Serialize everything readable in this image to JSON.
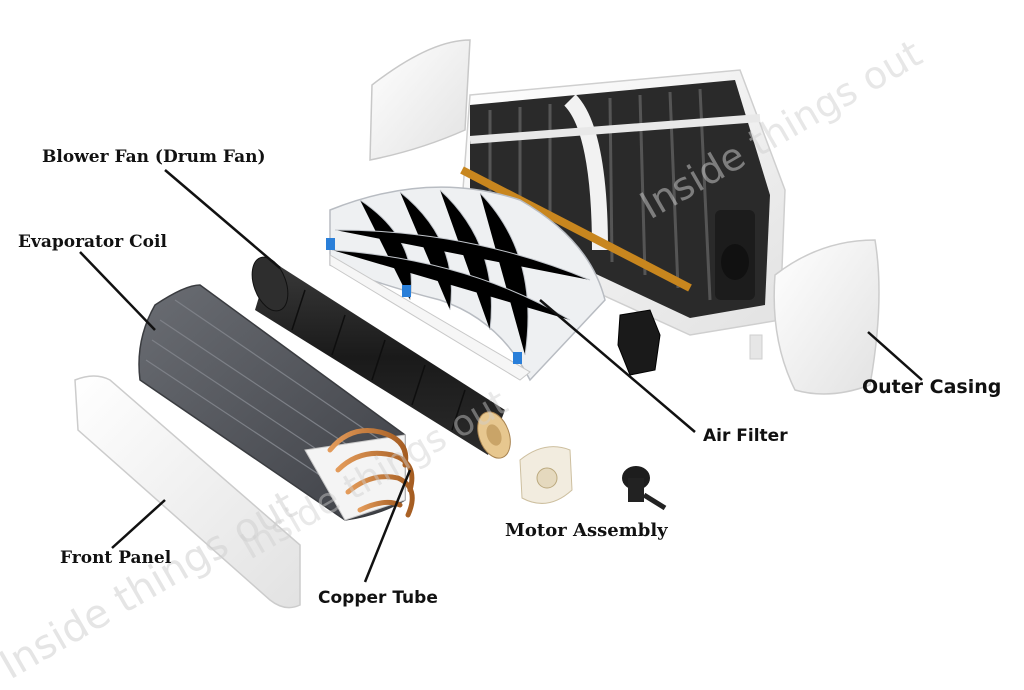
{
  "labels": {
    "blower_fan": "Blower Fan (Drum Fan)",
    "evaporator_coil": "Evaporator Coil",
    "front_panel": "Front Panel",
    "copper_tube": "Copper Tube",
    "motor_assembly": "Motor Assembly",
    "air_filter": "Air Filter",
    "outer_casing": "Outer Casing"
  },
  "watermark": {
    "text_1": "Inside things out",
    "text_2": "Inside things out",
    "text_3": "Inside things out"
  },
  "colors": {
    "copper": "#c97a3a",
    "fan_black": "#1e1e1e",
    "coil_gray": "#5a5d63",
    "housing_white": "#f3f3f3",
    "accent_blue": "#2a7fd9",
    "amber_strip": "#c8861e"
  }
}
